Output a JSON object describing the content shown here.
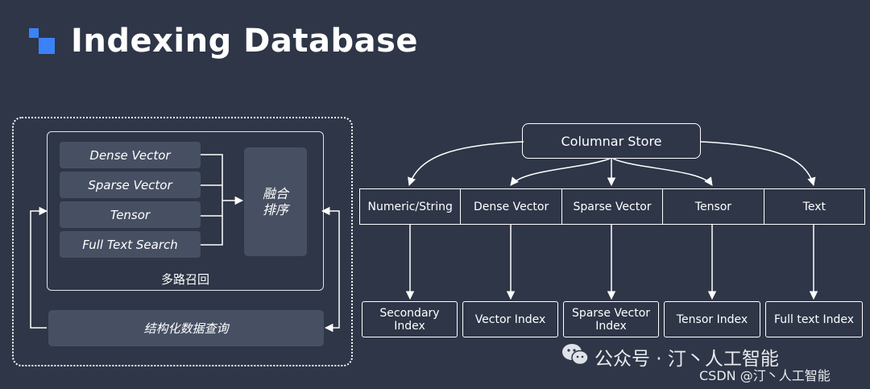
{
  "header": {
    "title": "Indexing Database"
  },
  "left": {
    "recall_items": [
      "Dense Vector",
      "Sparse Vector",
      "Tensor",
      "Full Text Search"
    ],
    "fusion_label": "融合排序",
    "recall_group_label": "多路召回",
    "structured_query_label": "结构化数据查询"
  },
  "right": {
    "store_label": "Columnar Store",
    "columns": [
      "Numeric/String",
      "Dense Vector",
      "Sparse Vector",
      "Tensor",
      "Text"
    ],
    "indexes": [
      [
        "Secondary",
        "Index"
      ],
      [
        "Vector Index"
      ],
      [
        "Sparse Vector",
        "Index"
      ],
      [
        "Tensor Index"
      ],
      [
        "Full text Index"
      ]
    ]
  },
  "watermark": {
    "line1": "公众号 · 汀丶人工智能",
    "line2": "CSDN @汀丶人工智能"
  },
  "colors": {
    "background": "#2e3647",
    "box_fill": "#475063",
    "accent": "#3b82f6",
    "stroke": "#ffffff"
  }
}
